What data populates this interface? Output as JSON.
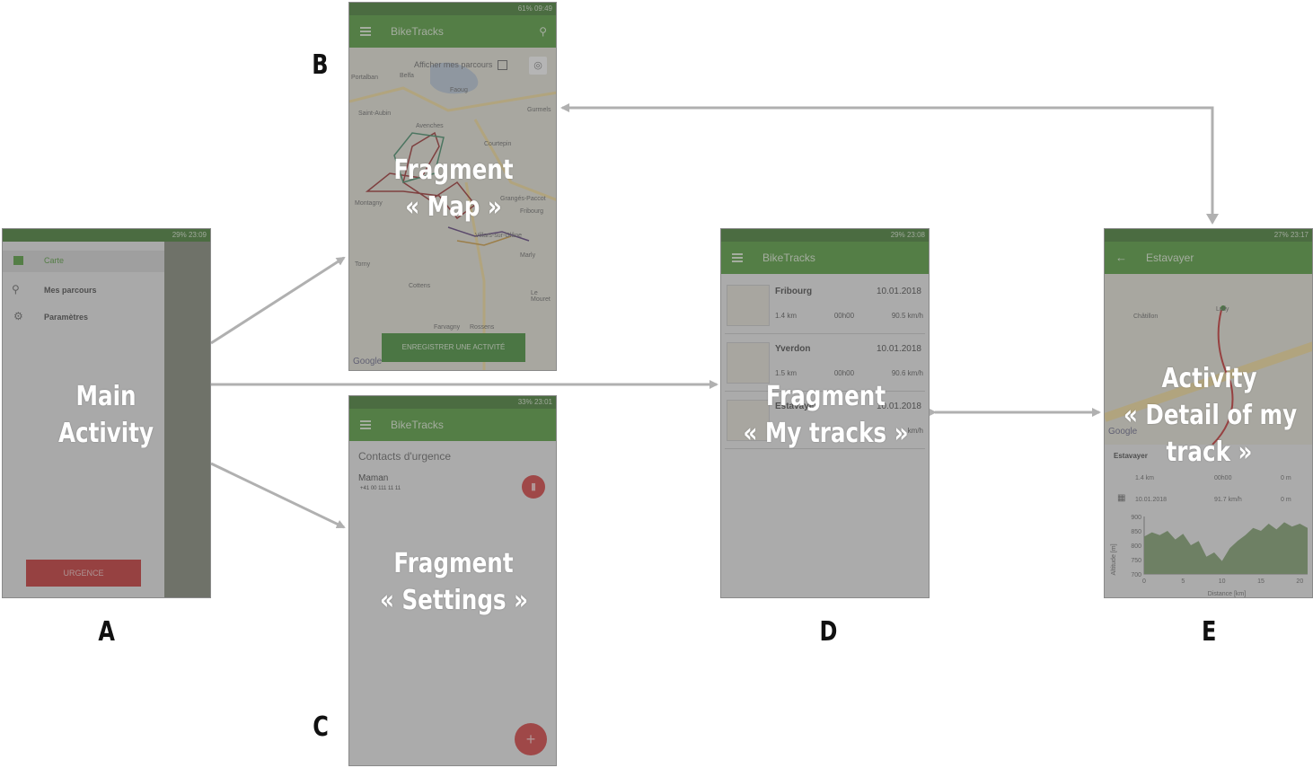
{
  "labels": {
    "A": "A",
    "B": "B",
    "C": "C",
    "D": "D",
    "E": "E"
  },
  "screenA": {
    "status": "29% 23:09",
    "nav_items": [
      "Carte",
      "Mes parcours",
      "Paramètres"
    ],
    "urgence_button": "URGENCE",
    "overlay_line1": "Main",
    "overlay_line2": "Activity"
  },
  "screenB": {
    "status": "61% 09:49",
    "app_title": "BikeTracks",
    "show_tracks_label": "Afficher mes parcours",
    "places": [
      "Portalban",
      "Faoug",
      "Saint-Aubin",
      "Avenches",
      "Courtepin",
      "Montagny",
      "Grangés-Paccot",
      "Fribourg",
      "Villars-sur-Glâne",
      "Marly",
      "Torny",
      "Cottens",
      "Le Mouret",
      "Farvagny",
      "Rossens",
      "Gurmels",
      "Belfa"
    ],
    "record_button": "ENREGISTRER UNE ACTIVITÉ",
    "google": "Google",
    "overlay_line1": "Fragment",
    "overlay_line2": "« Map »"
  },
  "screenC": {
    "status": "33% 23:01",
    "app_title": "BikeTracks",
    "section_title": "Contacts d'urgence",
    "contact_name": "Maman",
    "contact_phone": "+41 00 111 11 11",
    "fab": "+",
    "overlay_line1": "Fragment",
    "overlay_line2": "« Settings »"
  },
  "screenD": {
    "status": "29% 23:08",
    "app_title": "BikeTracks",
    "tracks": [
      {
        "name": "Fribourg",
        "date": "10.01.2018",
        "distance": "1.4 km",
        "duration": "00h00",
        "speed": "90.5 km/h"
      },
      {
        "name": "Yverdon",
        "date": "10.01.2018",
        "distance": "1.5 km",
        "duration": "00h00",
        "speed": "90.6 km/h"
      },
      {
        "name": "Estavayer",
        "date": "10.01.2018",
        "distance": "",
        "duration": "",
        "speed": "km/h"
      }
    ],
    "overlay_line1": "Fragment",
    "overlay_line2": "« My tracks »"
  },
  "screenE": {
    "status": "27% 23:17",
    "app_title": "Estavayer",
    "map_place": "Châtillon",
    "map_place2": "Lully",
    "google": "Google",
    "track_name": "Estavayer",
    "distance": "1.4 km",
    "duration": "00h00",
    "ascent": "0 m",
    "date": "10.01.2018",
    "speed": "91.7 km/h",
    "descent": "0 m",
    "overlay_line1": "Activity",
    "overlay_line2": "« Detail of my",
    "overlay_line3": "track »"
  },
  "chart_data": {
    "type": "area",
    "ylabel": "Altitude [m]",
    "xlabel": "Distance [km]",
    "xlim": [
      0,
      21
    ],
    "ylim": [
      700,
      900
    ],
    "xticks": [
      "0",
      "5",
      "10",
      "15",
      "20"
    ],
    "yticks": [
      "900",
      "850",
      "800",
      "750",
      "700"
    ],
    "x": [
      0,
      1,
      2,
      3,
      4,
      5,
      6,
      7,
      8,
      9,
      10,
      11,
      12,
      13,
      14,
      15,
      16,
      17,
      18,
      19,
      20,
      21
    ],
    "values": [
      830,
      845,
      835,
      850,
      820,
      840,
      800,
      815,
      760,
      775,
      745,
      790,
      815,
      835,
      860,
      850,
      875,
      855,
      880,
      865,
      875,
      860
    ]
  },
  "colors": {
    "arrow": "#b0b0b0",
    "appbar": "#3f8a25",
    "statusbar": "#2e6a1c",
    "fab": "#c62828",
    "chart_fill": "#6d8f5b"
  }
}
